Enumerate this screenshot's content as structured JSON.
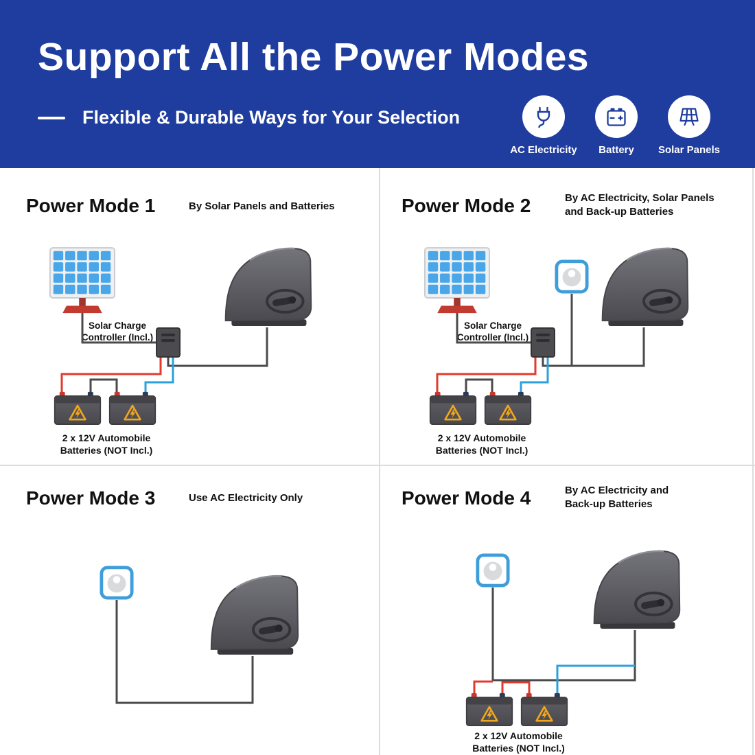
{
  "header": {
    "title": "Support All the Power Modes",
    "subtitle": "Flexible & Durable Ways for Your Selection",
    "power_icons": [
      {
        "icon": "plug-icon",
        "label": "AC Electricity"
      },
      {
        "icon": "battery-icon",
        "label": "Battery"
      },
      {
        "icon": "solar-panel-icon",
        "label": "Solar Panels"
      }
    ]
  },
  "modes": [
    {
      "title": "Power Mode 1",
      "description": "By Solar Panels and Batteries",
      "controller_label": "Solar Charge Controller (Incl.)",
      "battery_label": "2 x 12V Automobile Batteries (NOT Incl.)"
    },
    {
      "title": "Power Mode 2",
      "description": "By AC Electricity, Solar Panels and Back-up Batteries",
      "controller_label": "Solar Charge Controller (Incl.)",
      "battery_label": "2 x 12V Automobile Batteries (NOT Incl.)"
    },
    {
      "title": "Power Mode 3",
      "description": "Use AC Electricity Only"
    },
    {
      "title": "Power Mode 4",
      "description": "By AC Electricity and Back-up Batteries",
      "battery_label": "2 x 12V Automobile Batteries (NOT Incl.)"
    }
  ],
  "colors": {
    "header_bg": "#1f3d9f",
    "wire_dark": "#4a4a4a",
    "wire_red": "#e23a2c",
    "wire_blue": "#2aa0dc",
    "outlet_blue": "#3f9ed9",
    "solar_cell_blue": "#49a7e9",
    "machine_gray": "#57575c",
    "warning_yellow": "#f2a71b",
    "divider_gray": "#dcdcdc"
  }
}
